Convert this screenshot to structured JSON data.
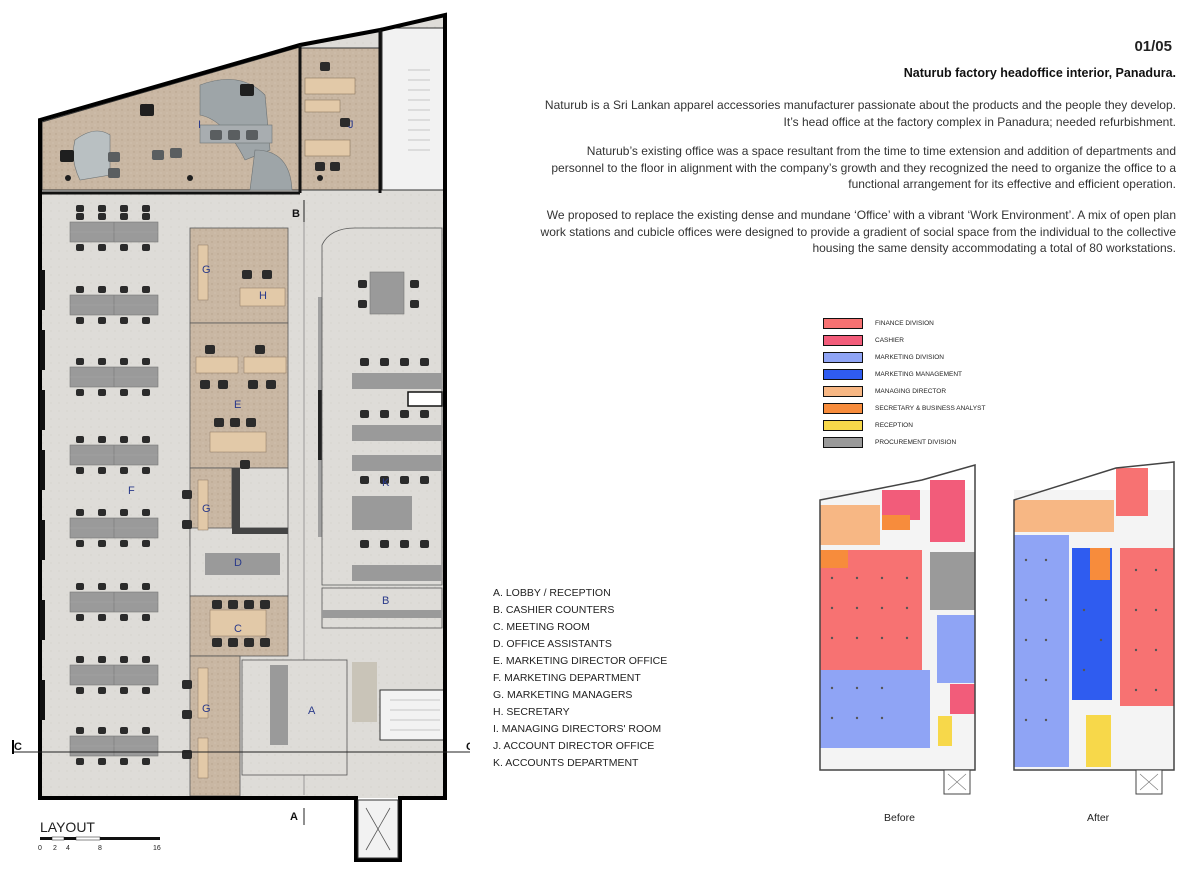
{
  "header": {
    "page_number": "01/05",
    "title": "Naturub factory headoffice interior, Panadura."
  },
  "description": [
    "Naturub is a Sri Lankan apparel accessories manufacturer passionate about the products and the people they develop. It’s head office at the factory complex in Panadura; needed refurbishment.",
    "Naturub’s existing office was a space resultant from the time to time extension and addition of departments and personnel to the floor in alignment with the company’s growth and they recognized the need to organize the office to a functional arrangement for its effective and efficient operation.",
    "We proposed to replace the existing dense and mundane ‘Office’ with a vibrant ‘Work Environment’. A mix of open plan work stations and cubicle offices were designed to provide a gradient of social space from the individual to the collective housing the same density accommodating a total of 80 workstations."
  ],
  "plan": {
    "title": "LAYOUT",
    "scale_ticks": [
      "0",
      "2",
      "4",
      "8",
      "16"
    ],
    "room_letters": [
      "A",
      "B",
      "C",
      "D",
      "E",
      "F",
      "G",
      "H",
      "I",
      "J",
      "K"
    ],
    "section_marks": [
      "A",
      "B",
      "C",
      "C"
    ]
  },
  "room_legend": [
    "A. LOBBY / RECEPTION",
    "B. CASHIER COUNTERS",
    "C. MEETING ROOM",
    "D. OFFICE ASSISTANTS",
    "E. MARKETING DIRECTOR OFFICE",
    "F.  MARKETING DEPARTMENT",
    "G. MARKETING MANAGERS",
    "H. SECRETARY",
    "I.   MANAGING DIRECTORS' ROOM",
    "J.  ACCOUNT DIRECTOR OFFICE",
    "K.  ACCOUNTS DEPARTMENT"
  ],
  "zoning_legend": [
    {
      "label": "FINANCE DIVISION",
      "color": "#f77272"
    },
    {
      "label": "CASHIER",
      "color": "#f25c7a"
    },
    {
      "label": "MARKETING DIVISION",
      "color": "#8fa4f5"
    },
    {
      "label": "MARKETING MANAGEMENT",
      "color": "#2f5cf0"
    },
    {
      "label": "MANAGING DIRECTOR",
      "color": "#f7b784"
    },
    {
      "label": "SECRETARY & BUSINESS ANALYST",
      "color": "#f78c3c"
    },
    {
      "label": "RECEPTION",
      "color": "#f7d84a"
    },
    {
      "label": "PROCUREMENT DIVISION",
      "color": "#9a9a9a"
    }
  ],
  "comparison": {
    "before_label": "Before",
    "after_label": "After"
  }
}
